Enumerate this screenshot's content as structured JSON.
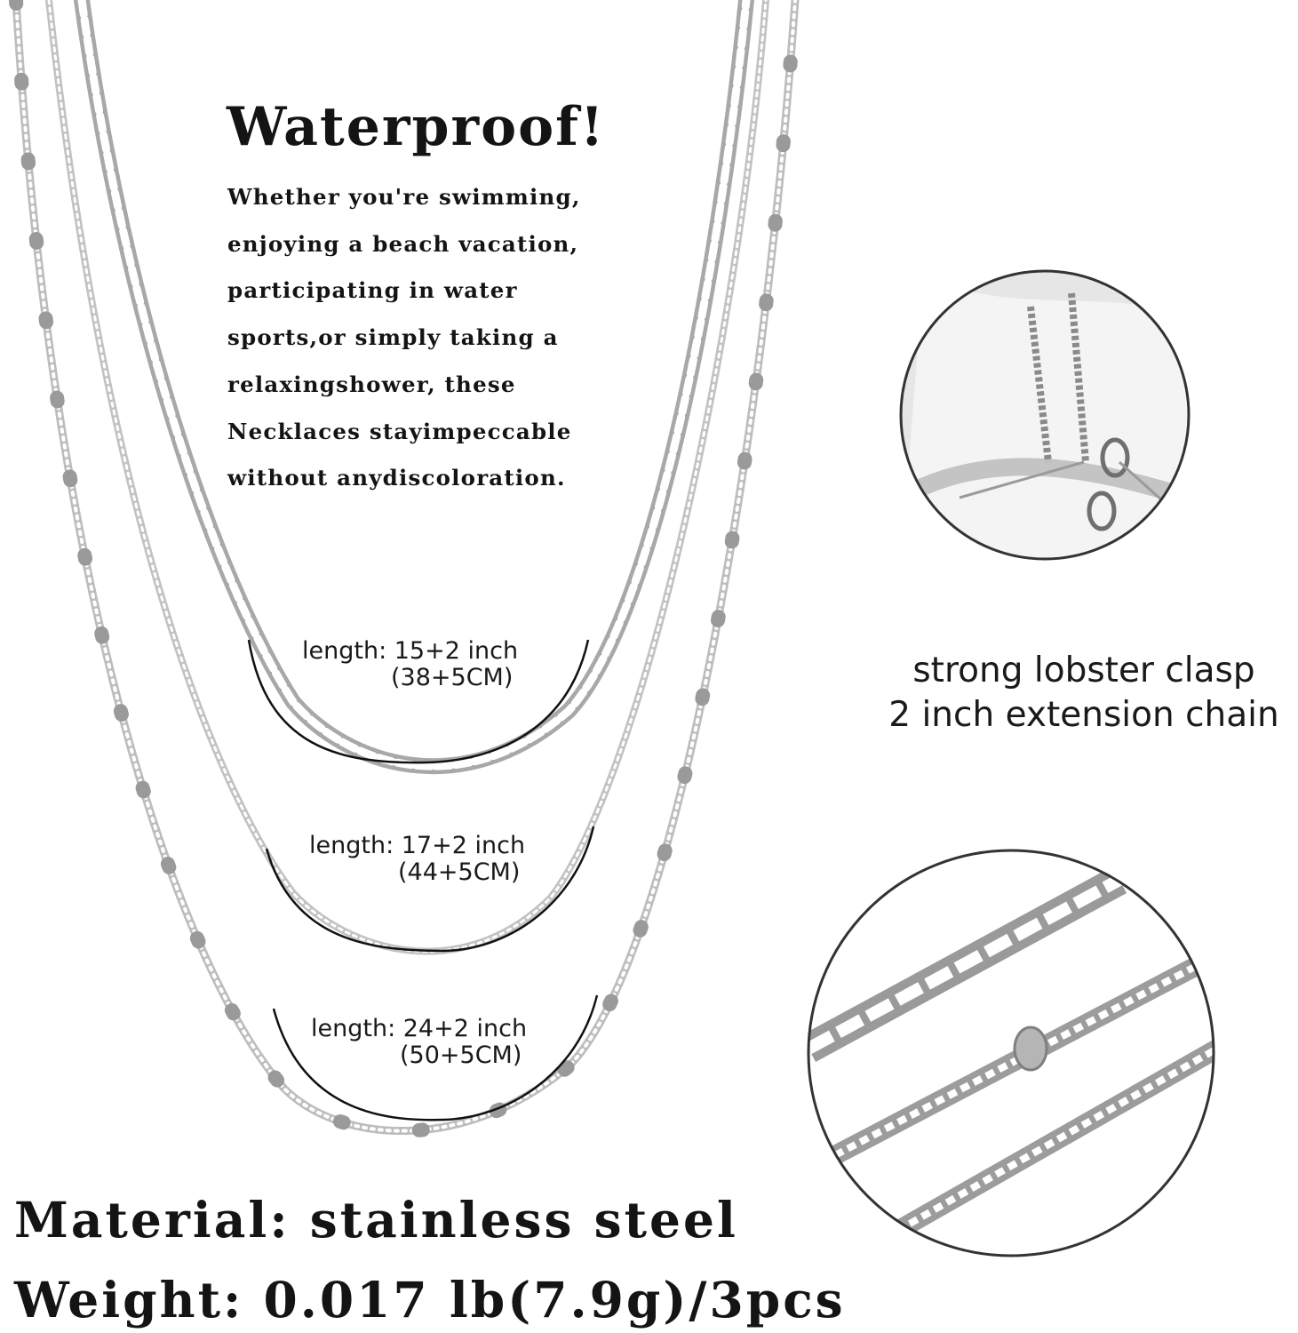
{
  "headline": "Waterproof!",
  "description_lines": [
    "Whether you're swimming,",
    "enjoying a beach vacation,",
    "participating in water",
    "sports,or simply taking a",
    "relaxingshower, these",
    "Necklaces stayimpeccable",
    "without anydiscoloration."
  ],
  "lengths": [
    {
      "inch": "length: 15+2 inch",
      "metric": "(38+5CM)"
    },
    {
      "inch": "length: 17+2 inch",
      "metric": "(44+5CM)"
    },
    {
      "inch": "length: 24+2 inch",
      "metric": "(50+5CM)"
    }
  ],
  "clasp_caption": {
    "line1": "strong lobster clasp",
    "line2": "2 inch extension chain"
  },
  "material": "Material: stainless steel",
  "weight": "Weight: 0.017 lb(7.9g)/3pcs",
  "colors": {
    "background": "#ffffff",
    "text": "#141414",
    "chain": "#9c9c9c",
    "arc": "#111111"
  }
}
